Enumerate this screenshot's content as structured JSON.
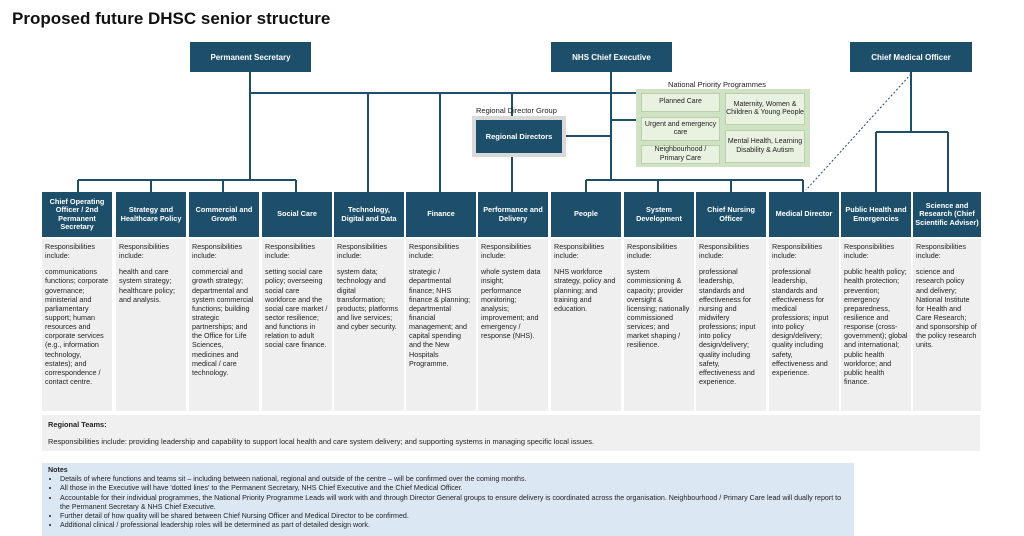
{
  "title": "Proposed future DHSC senior structure",
  "top_boxes": {
    "permanent_secretary": "Permanent Secretary",
    "nhs_chief_executive": "NHS Chief Executive",
    "chief_medical_officer": "Chief Medical Officer"
  },
  "national_priority_programmes": {
    "label": "National Priority Programmes",
    "items": [
      "Planned Care",
      "Maternity, Women & Children & Young People",
      "Urgent and emergency care",
      "Mental Health, Learning Disability & Autism",
      "Neighbourhood / Primary Care"
    ]
  },
  "regional_director_group": {
    "label": "Regional Director Group",
    "box": "Regional Directors"
  },
  "columns": [
    {
      "title": "Chief Operating Officer / 2nd Permanent Secretary",
      "lead": "Responsibilities include:",
      "body": "communications functions; corporate governance; ministerial and parliamentary support; human resources and corporate services (e.g., information technology, estates); and correspondence / contact centre."
    },
    {
      "title": "Strategy and Healthcare Policy",
      "lead": "Responsibilities include:",
      "body": "health and care system strategy; healthcare policy; and analysis."
    },
    {
      "title": "Commercial and Growth",
      "lead": "Responsibilities include:",
      "body": "commercial and growth strategy; departmental and system commercial functions; building strategic partnerships; and the Office for Life Sciences, medicines and medical / care technology."
    },
    {
      "title": "Social Care",
      "lead": "Responsibilities include:",
      "body": "setting social care policy; overseeing social care workforce and the social care market / sector resilience; and functions in relation to adult social care finance."
    },
    {
      "title": "Technology, Digital and Data",
      "lead": "Responsibilities include:",
      "body": "system data; technology and digital transformation; products; platforms and live services; and cyber security."
    },
    {
      "title": "Finance",
      "lead": "Responsibilities include:",
      "body": "strategic / departmental finance; NHS finance & planning; departmental financial management; and capital spending and the New Hospitals Programme."
    },
    {
      "title": "Performance and Delivery",
      "lead": "Responsibilities include:",
      "body": "whole system data insight; performance monitoring; analysis; improvement; and emergency / response (NHS)."
    },
    {
      "title": "People",
      "lead": "Responsibilities include:",
      "body": "NHS workforce strategy, policy and planning; and training and education."
    },
    {
      "title": "System Development",
      "lead": "Responsibilities include:",
      "body": "system commissioning & capacity; provider oversight & licensing; nationally commissioned services; and market shaping / resilience."
    },
    {
      "title": "Chief Nursing Officer",
      "lead": "Responsibilities include:",
      "body": "professional leadership, standards and effectiveness for nursing and midwifery professions; input into policy design/delivery; quality including safety, effectiveness and experience."
    },
    {
      "title": "Medical Director",
      "lead": "Responsibilities include:",
      "body": "professional leadership, standards and effectiveness for medical professions; input into policy design/delivery; quality including safety, effectiveness and experience."
    },
    {
      "title": "Public Health and Emergencies",
      "lead": "Responsibilities include:",
      "body": "public health policy; health protection; prevention; emergency preparedness, resilience and response (cross-government); global and international; public health workforce; and public health finance."
    },
    {
      "title": "Science and Research (Chief Scientific Adviser)",
      "lead": "Responsibilities include:",
      "body": "science and research policy and delivery; National Institute for Health and Care Research; and sponsorship of the policy research units."
    }
  ],
  "regional_teams": {
    "title": "Regional Teams:",
    "text": "Responsibilities include: providing leadership and capability to support local health and care system delivery; and supporting systems in managing specific local issues."
  },
  "notes": {
    "title": "Notes",
    "items": [
      "Details of where functions and teams sit – including between national, regional and outside of the centre – will be confirmed over the coming months.",
      "All those in the Executive will have 'dotted lines' to the Permanent Secretary, NHS Chief Executive and the Chief Medical Officer.",
      "Accountable for their individual programmes, the National Priority Programme Leads will work with and through Director General groups to ensure delivery is coordinated across the organisation. Neighbourhood / Primary Care lead will dually report to the Permanent Secretary & NHS Chief Executive.",
      "Further detail of how quality will be shared between Chief Nursing Officer  and Medical Director to be confirmed.",
      "Additional clinical / professional leadership roles will be determined as part of detailed design work."
    ]
  },
  "colors": {
    "header_blue": "#1d4f6b",
    "body_grey": "#efefef",
    "npp_green": "#cfe3c4",
    "notes_blue": "#dbe8f4"
  }
}
